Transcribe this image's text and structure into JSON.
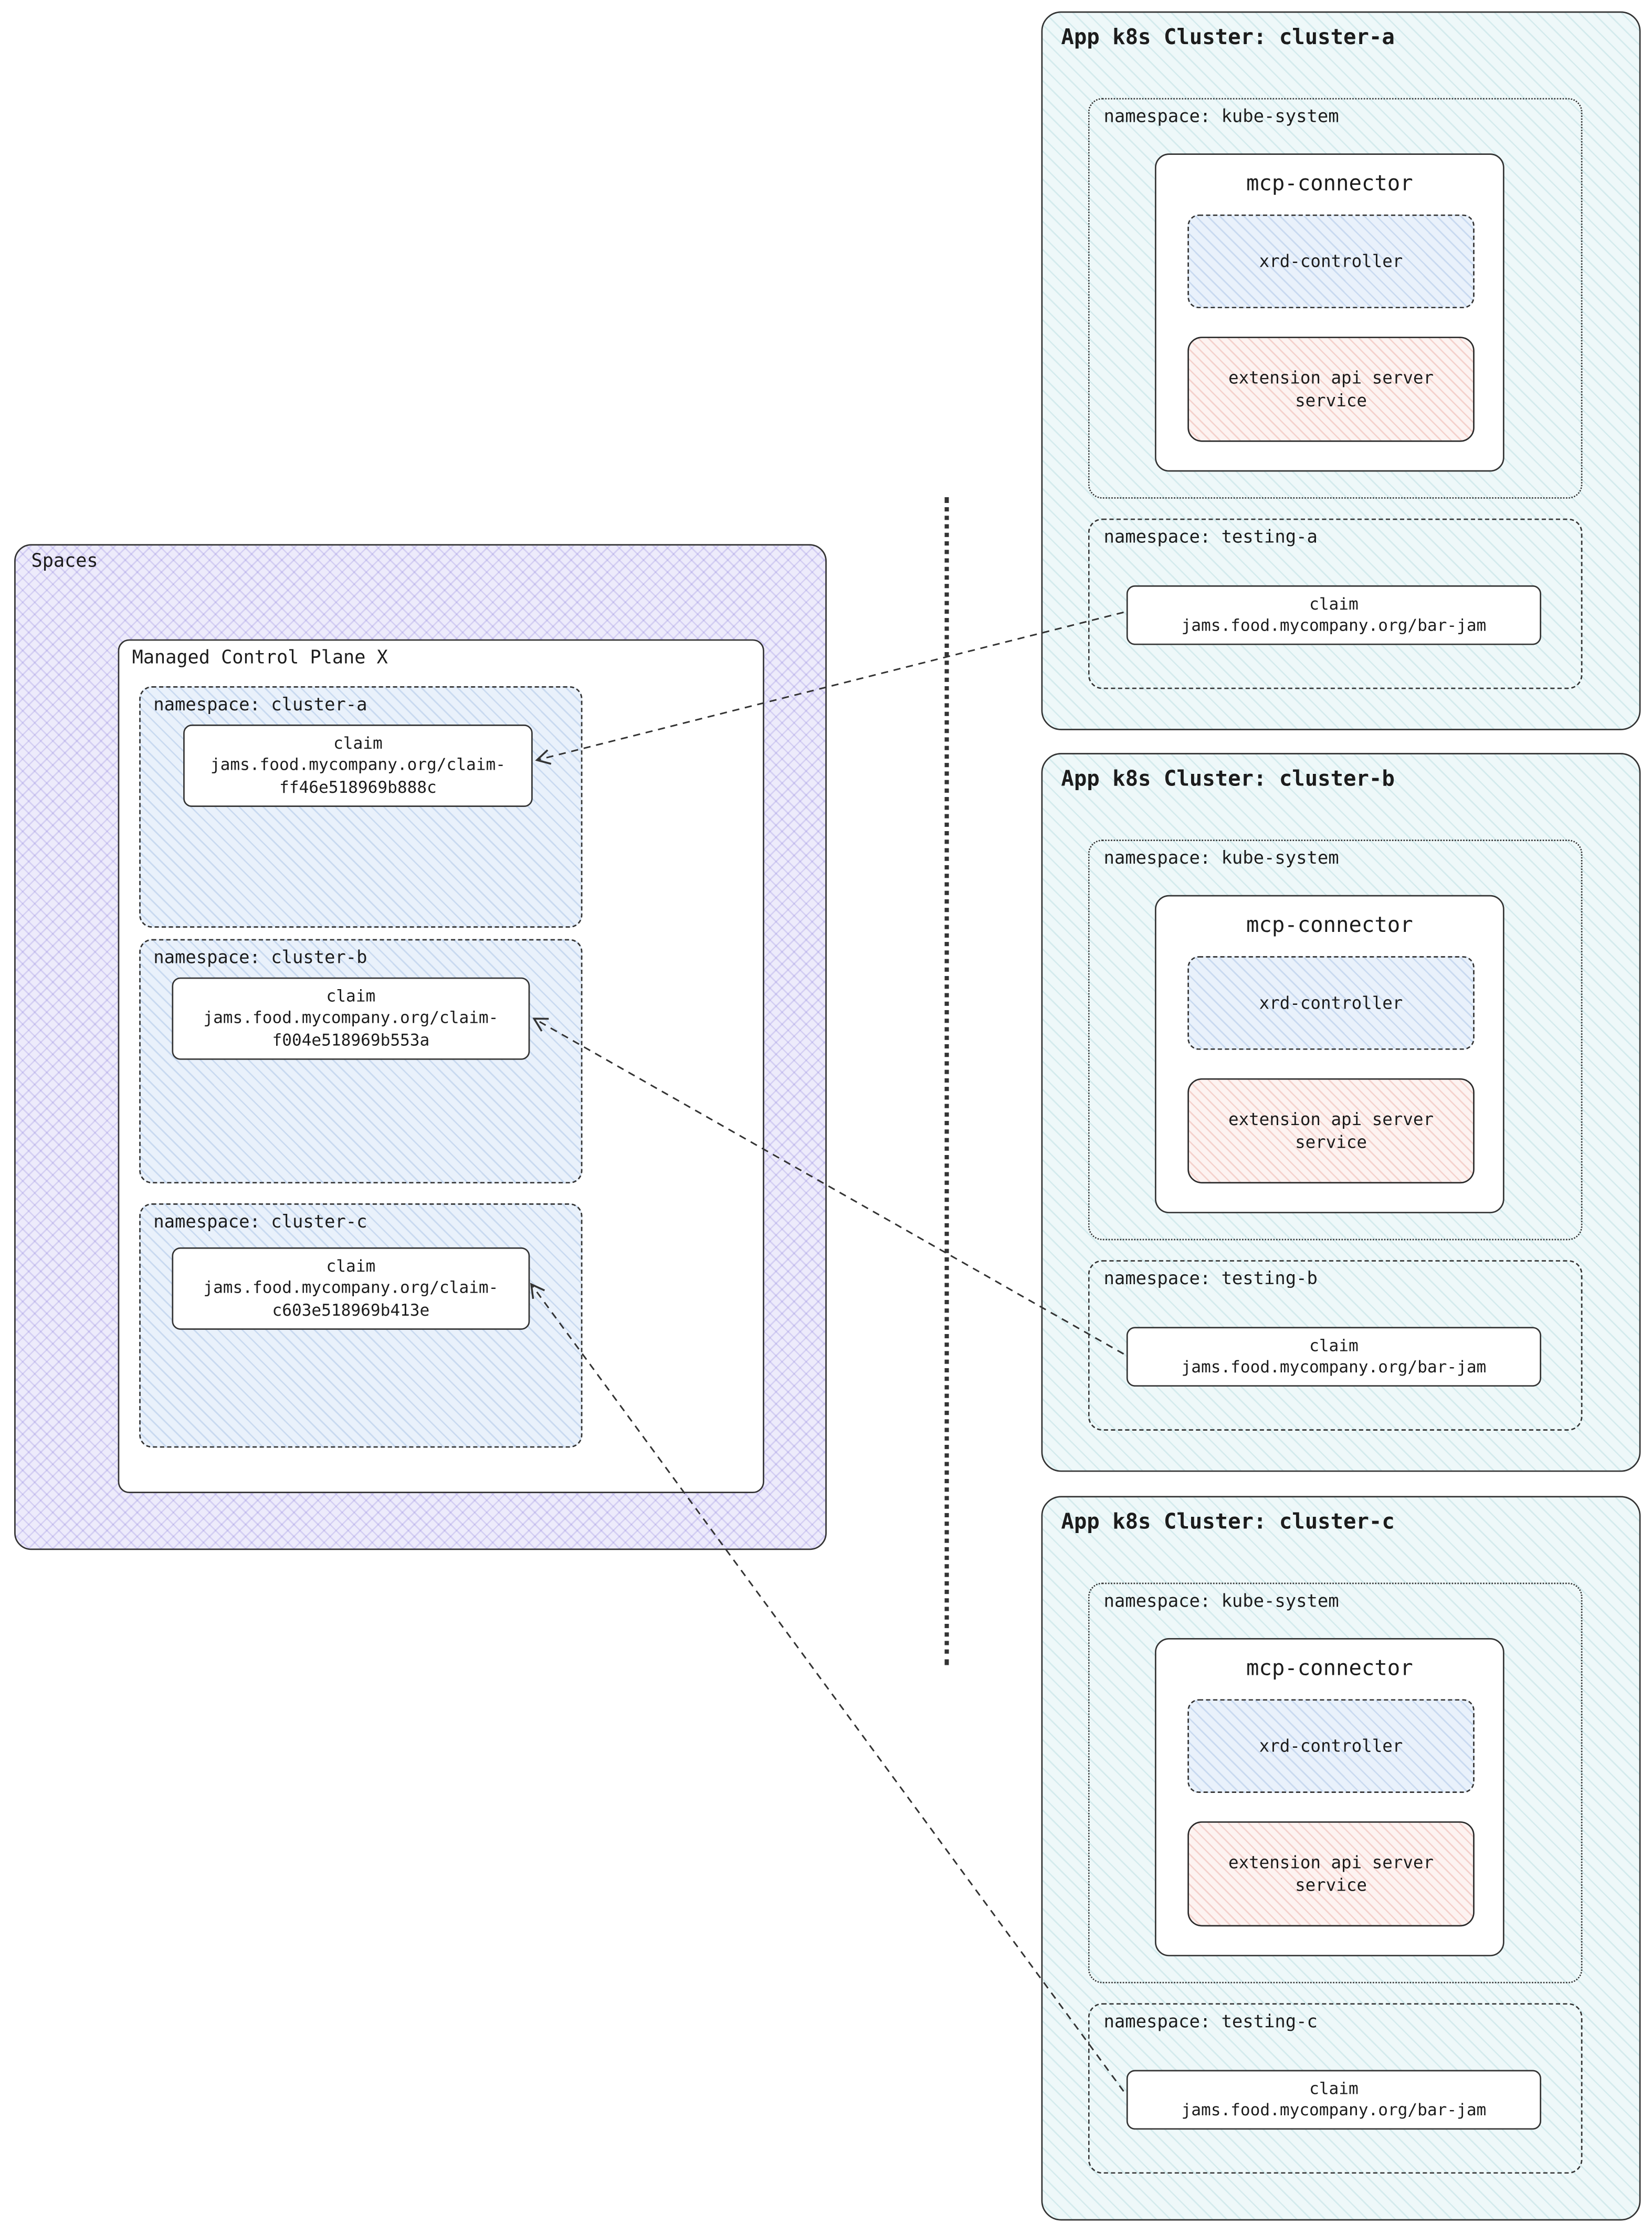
{
  "spaces": {
    "label": "Spaces",
    "control_plane": {
      "label": "Managed Control Plane X",
      "namespaces": [
        {
          "label": "namespace: cluster-a",
          "claim": {
            "title": "claim",
            "name_line1": "jams.food.mycompany.org/claim-",
            "name_line2": "ff46e518969b888c"
          }
        },
        {
          "label": "namespace: cluster-b",
          "claim": {
            "title": "claim",
            "name_line1": "jams.food.mycompany.org/claim-",
            "name_line2": "f004e518969b553a"
          }
        },
        {
          "label": "namespace: cluster-c",
          "claim": {
            "title": "claim",
            "name_line1": "jams.food.mycompany.org/claim-",
            "name_line2": "c603e518969b413e"
          }
        }
      ]
    }
  },
  "clusters": [
    {
      "title": "App k8s Cluster: cluster-a",
      "kube_system": {
        "label": "namespace: kube-system",
        "mcp_connector": {
          "title": "mcp-connector",
          "xrd_controller_label": "xrd-controller",
          "extension_api_line1": "extension api server",
          "extension_api_line2": "service"
        }
      },
      "testing": {
        "label": "namespace: testing-a",
        "claim": {
          "title": "claim",
          "name": "jams.food.mycompany.org/bar-jam"
        }
      }
    },
    {
      "title": "App k8s Cluster: cluster-b",
      "kube_system": {
        "label": "namespace: kube-system",
        "mcp_connector": {
          "title": "mcp-connector",
          "xrd_controller_label": "xrd-controller",
          "extension_api_line1": "extension api server",
          "extension_api_line2": "service"
        }
      },
      "testing": {
        "label": "namespace: testing-b",
        "claim": {
          "title": "claim",
          "name": "jams.food.mycompany.org/bar-jam"
        }
      }
    },
    {
      "title": "App k8s Cluster: cluster-c",
      "kube_system": {
        "label": "namespace: kube-system",
        "mcp_connector": {
          "title": "mcp-connector",
          "xrd_controller_label": "xrd-controller",
          "extension_api_line1": "extension api server",
          "extension_api_line2": "service"
        }
      },
      "testing": {
        "label": "namespace: testing-c",
        "claim": {
          "title": "claim",
          "name": "jams.food.mycompany.org/bar-jam"
        }
      }
    }
  ],
  "colors": {
    "border_color": "#333333",
    "spaces_fill": "#edebfb",
    "cluster_fill": "#eef8f9",
    "namespace_fill": "#e9f1fb",
    "extension_fill": "#fdf3f1"
  }
}
